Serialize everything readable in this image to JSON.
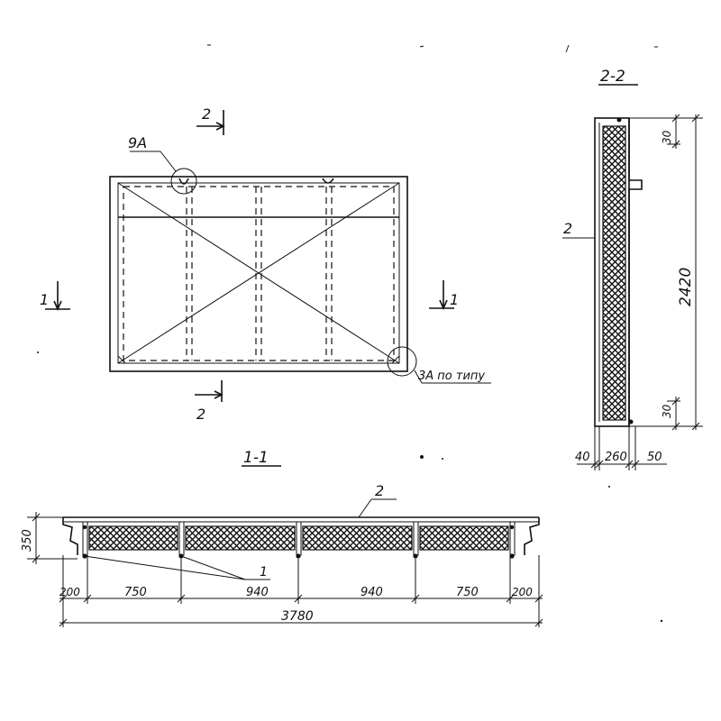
{
  "plan": {
    "callout_top": "9A",
    "callout_bottom": "3A по типу",
    "cut_mark_1": "1",
    "cut_mark_2": "2"
  },
  "section_1_1": {
    "title": "1-1",
    "leader_2": "2",
    "leader_1": "1",
    "height_dim": "350",
    "dims": [
      "200",
      "750",
      "940",
      "940",
      "750",
      "200"
    ],
    "total_dim": "3780"
  },
  "section_2_2": {
    "title": "2-2",
    "leader_2": "2",
    "dim_top": "30",
    "dim_bottom": "30",
    "dim_height": "2420",
    "dims_bottom": [
      "40",
      "260",
      "50"
    ]
  }
}
